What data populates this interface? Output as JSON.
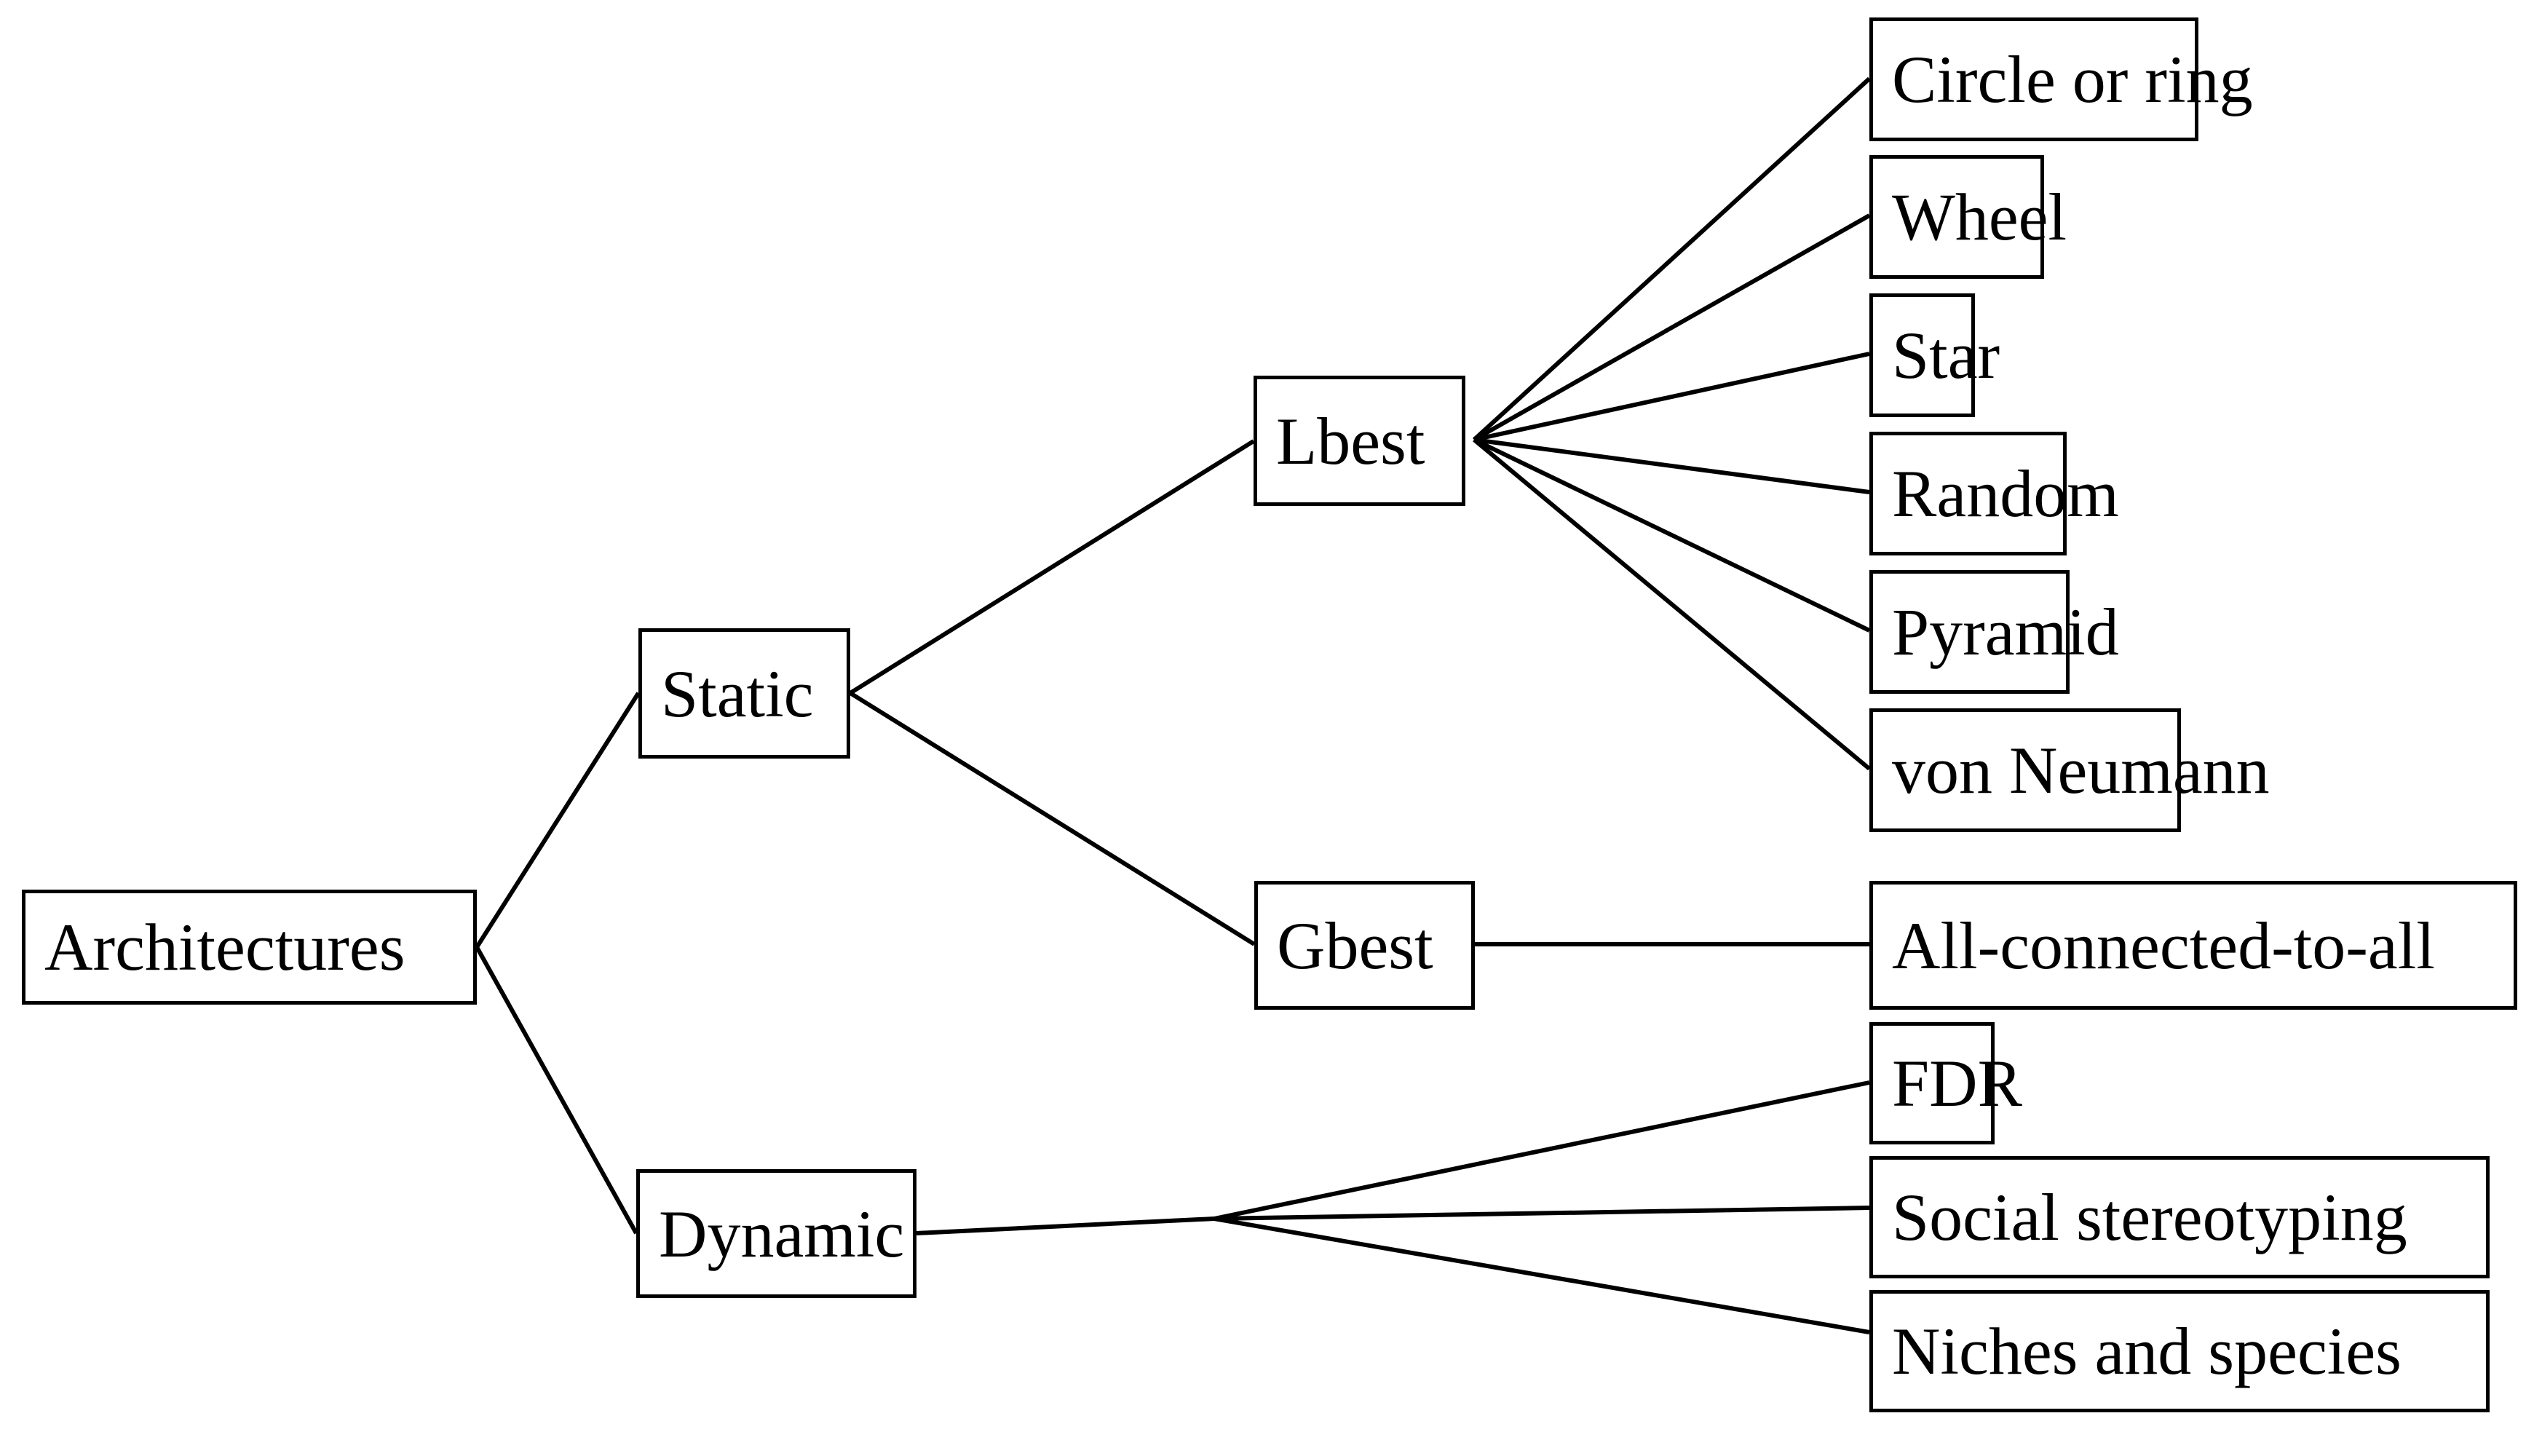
{
  "diagram": {
    "title": "Architectures taxonomy tree",
    "line_color": "#000000",
    "box_border_color": "#000000",
    "background_color": "#ffffff",
    "text_color": "#000000"
  },
  "nodes": {
    "root": {
      "label": "Architectures"
    },
    "static": {
      "label": "Static"
    },
    "dynamic": {
      "label": "Dynamic"
    },
    "lbest": {
      "label": "Lbest"
    },
    "gbest": {
      "label": "Gbest"
    },
    "circle_or_ring": {
      "label": "Circle or ring"
    },
    "wheel": {
      "label": "Wheel"
    },
    "star": {
      "label": "Star"
    },
    "random": {
      "label": "Random"
    },
    "pyramid": {
      "label": "Pyramid"
    },
    "von_neumann": {
      "label": "von Neumann"
    },
    "all_connected_to_all": {
      "label": "All-connected-to-all"
    },
    "fdr": {
      "label": "FDR"
    },
    "social_stereotyping": {
      "label": "Social stereotyping"
    },
    "niches_and_species": {
      "label": "Niches and species"
    }
  },
  "tree": {
    "root_label": "Architectures",
    "children": [
      {
        "label": "Static",
        "children": [
          {
            "label": "Lbest",
            "children": [
              {
                "label": "Circle or ring"
              },
              {
                "label": "Wheel"
              },
              {
                "label": "Star"
              },
              {
                "label": "Random"
              },
              {
                "label": "Pyramid"
              },
              {
                "label": "von Neumann"
              }
            ]
          },
          {
            "label": "Gbest",
            "children": [
              {
                "label": "All-connected-to-all"
              }
            ]
          }
        ]
      },
      {
        "label": "Dynamic",
        "children": [
          {
            "label": "FDR"
          },
          {
            "label": "Social stereotyping"
          },
          {
            "label": "Niches and species"
          }
        ]
      }
    ]
  }
}
